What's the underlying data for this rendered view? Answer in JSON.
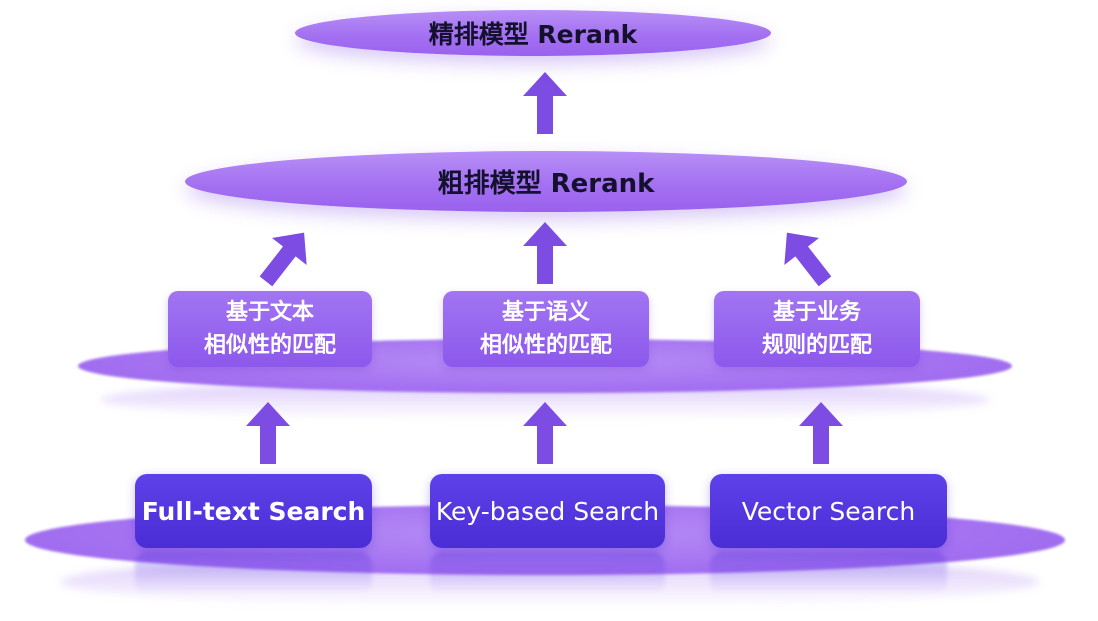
{
  "colors": {
    "ellipse_light": "#b78ff6",
    "ellipse_dark": "#9a61ee",
    "match_box": "#8d58ec",
    "search_box": "#5134e0",
    "arrow": "#7d4ce2",
    "dark_text": "#14112e",
    "white_text": "#ffffff"
  },
  "rerank": {
    "fine": {
      "label": "精排模型 Rerank"
    },
    "coarse": {
      "label": "粗排模型 Rerank"
    }
  },
  "match_boxes": [
    {
      "line1": "基于文本",
      "line2": "相似性的匹配"
    },
    {
      "line1": "基于语义",
      "line2": "相似性的匹配"
    },
    {
      "line1": "基于业务",
      "line2": "规则的匹配"
    }
  ],
  "search_boxes": [
    {
      "label": "Full-text Search"
    },
    {
      "label": "Key-based Search"
    },
    {
      "label": "Vector Search"
    }
  ]
}
